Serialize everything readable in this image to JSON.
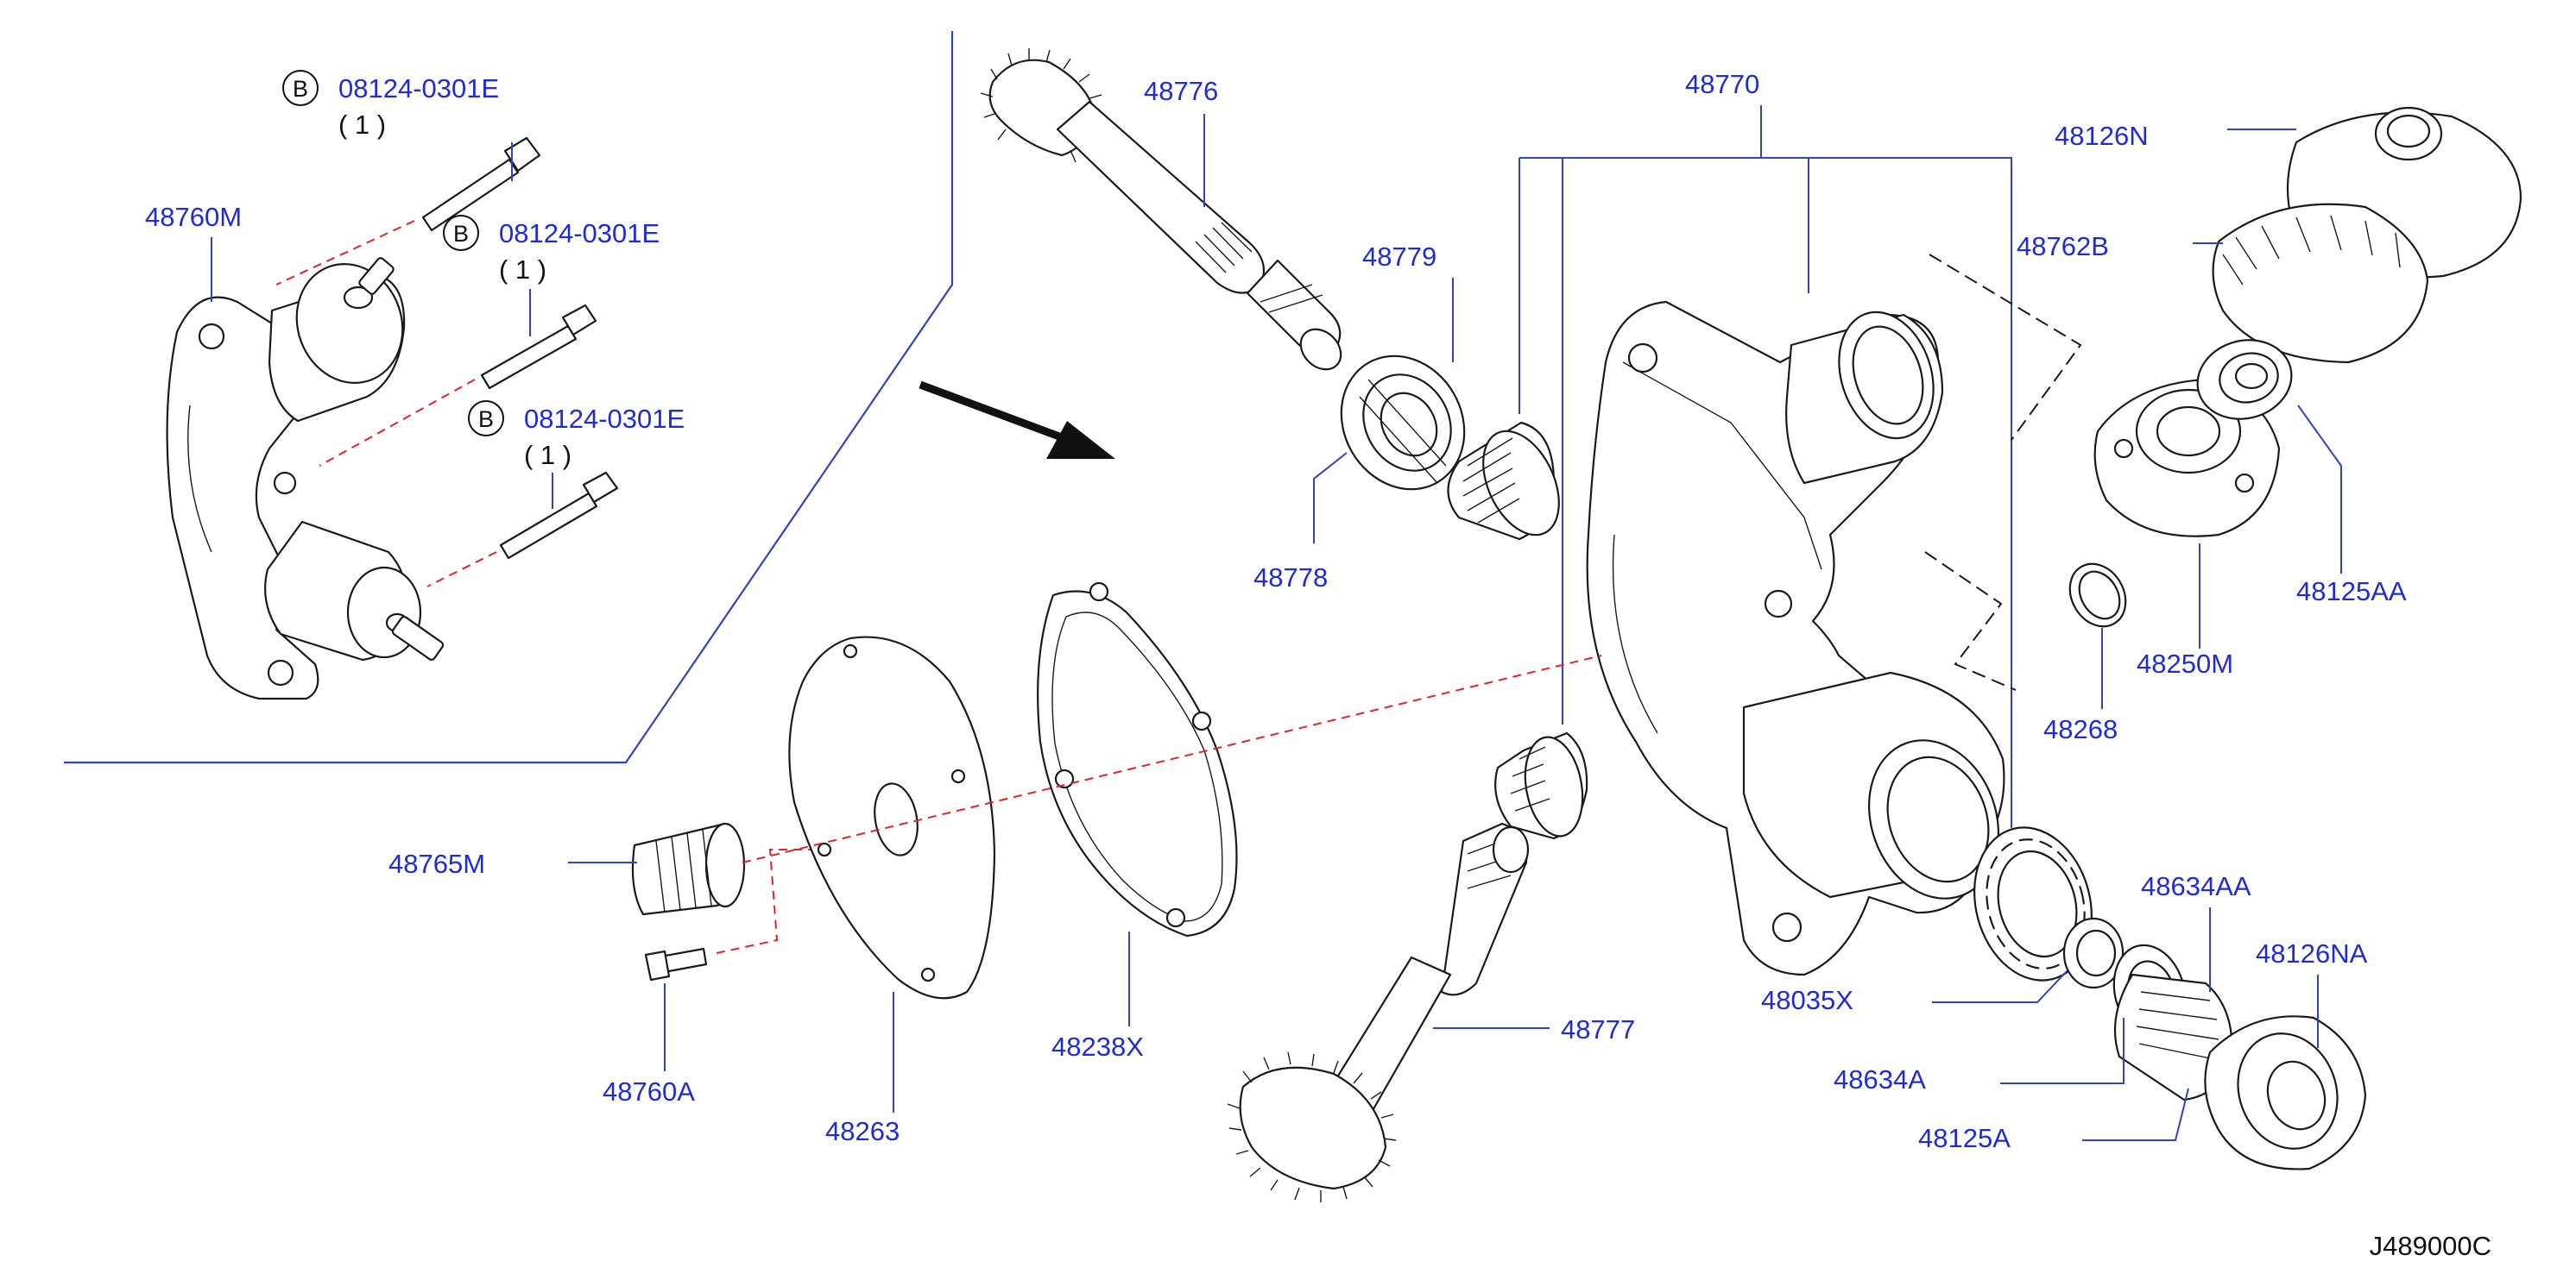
{
  "colors": {
    "label": "#1f2bd6",
    "leader": "#2f45b8",
    "dashed_link": "#e0242b",
    "linework": "#1a1a1a"
  },
  "bolt_callouts": [
    {
      "badge": "B",
      "part_no": "08124-0301E",
      "qty": "( 1 )"
    },
    {
      "badge": "B",
      "part_no": "08124-0301E",
      "qty": "( 1 )"
    },
    {
      "badge": "B",
      "part_no": "08124-0301E",
      "qty": "( 1 )"
    }
  ],
  "labels": {
    "p48760M": "48760M",
    "p48776": "48776",
    "p48779": "48779",
    "p48778": "48778",
    "p48770": "48770",
    "p48126N": "48126N",
    "p48762B": "48762B",
    "p48125AA": "48125AA",
    "p48250M": "48250M",
    "p48268": "48268",
    "p48765M": "48765M",
    "p48760A": "48760A",
    "p48263": "48263",
    "p48238X": "48238X",
    "p48777": "48777",
    "p48035X": "48035X",
    "p48634AA": "48634AA",
    "p48126NA": "48126NA",
    "p48634A": "48634A",
    "p48125A": "48125A"
  },
  "diagram_code": "J489000C",
  "icons": {
    "arrow": "direction-arrow-icon"
  }
}
